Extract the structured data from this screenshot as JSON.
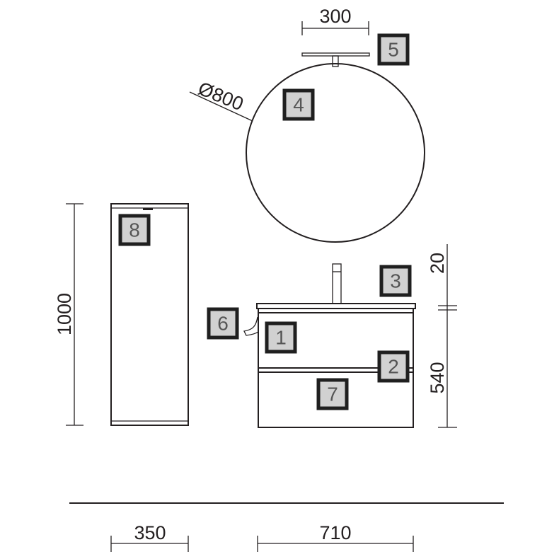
{
  "dimensions": {
    "lamp_width": "300",
    "mirror_diameter": "Ø800",
    "column_height": "1000",
    "top_thickness": "20",
    "vanity_height": "540",
    "column_width": "350",
    "vanity_width": "710"
  },
  "badges": [
    "1",
    "2",
    "3",
    "4",
    "5",
    "6",
    "7",
    "8"
  ]
}
